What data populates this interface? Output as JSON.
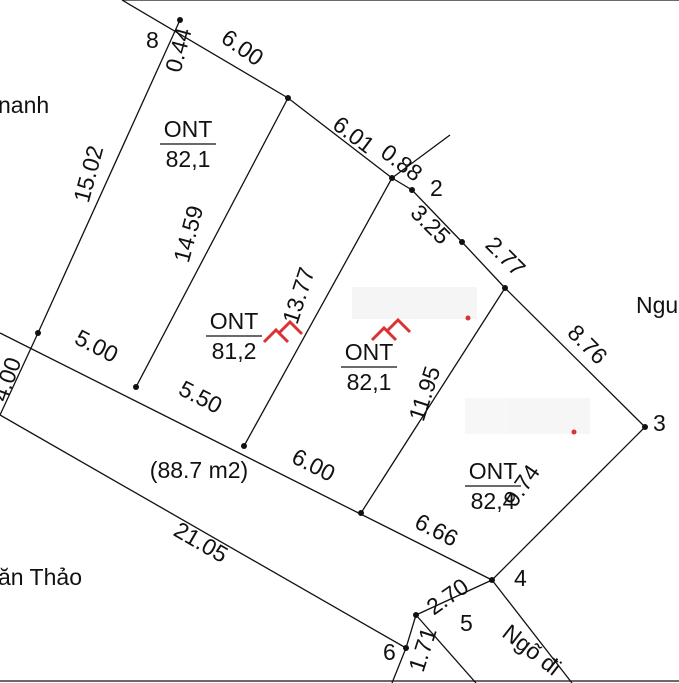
{
  "map": {
    "colors": {
      "line": "#111111",
      "background": "#ffffff",
      "watermark": "#d81e1e"
    },
    "points": [
      {
        "label": "2"
      },
      {
        "label": "3"
      },
      {
        "label": "4"
      },
      {
        "label": "5"
      },
      {
        "label": "6"
      },
      {
        "label": "8"
      }
    ],
    "measurements": [
      "0.44",
      "6.00",
      "6.01",
      "0.88",
      "15.02",
      "14.59",
      "3.25",
      "2.77",
      "13.77",
      "8.76",
      "5.00",
      "11.95",
      "5.50",
      "6.00",
      "9.74",
      "6.66",
      "21.05",
      "2.70",
      "1.71",
      "4.00"
    ],
    "parcels": [
      {
        "type": "ONT",
        "area": "82,1"
      },
      {
        "type": "ONT",
        "area": "81,2"
      },
      {
        "type": "ONT",
        "area": "82,1"
      },
      {
        "type": "ONT",
        "area": "82,4"
      }
    ],
    "area_note": "(88.7 m2)",
    "roads": [
      "nanh",
      "Ngu",
      "ăn Thảo",
      "Ngõ đi"
    ],
    "watermark_icon": "house-roof-logo"
  }
}
